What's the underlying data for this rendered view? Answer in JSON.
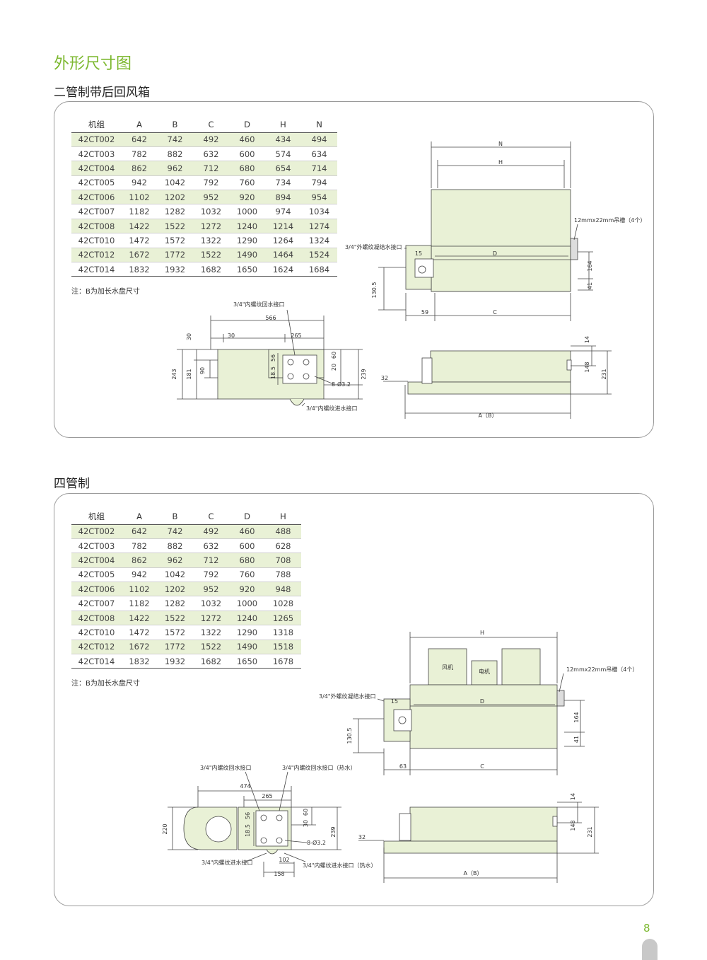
{
  "title": "外形尺寸图",
  "section1": {
    "title": "二管制带后回风箱",
    "columns": [
      "机组",
      "A",
      "B",
      "C",
      "D",
      "H",
      "N"
    ],
    "rows": [
      [
        "42CT002",
        "642",
        "742",
        "492",
        "460",
        "434",
        "494"
      ],
      [
        "42CT003",
        "782",
        "882",
        "632",
        "600",
        "574",
        "634"
      ],
      [
        "42CT004",
        "862",
        "962",
        "712",
        "680",
        "654",
        "714"
      ],
      [
        "42CT005",
        "942",
        "1042",
        "792",
        "760",
        "734",
        "794"
      ],
      [
        "42CT006",
        "1102",
        "1202",
        "952",
        "920",
        "894",
        "954"
      ],
      [
        "42CT007",
        "1182",
        "1282",
        "1032",
        "1000",
        "974",
        "1034"
      ],
      [
        "42CT008",
        "1422",
        "1522",
        "1272",
        "1240",
        "1214",
        "1274"
      ],
      [
        "42CT010",
        "1472",
        "1572",
        "1322",
        "1290",
        "1264",
        "1324"
      ],
      [
        "42CT012",
        "1672",
        "1772",
        "1522",
        "1490",
        "1464",
        "1524"
      ],
      [
        "42CT014",
        "1832",
        "1932",
        "1682",
        "1650",
        "1624",
        "1684"
      ]
    ],
    "note": "注：B为加长水盘尺寸",
    "top": {
      "n": "N",
      "h": "H",
      "d": "D",
      "c": "C",
      "d15": "15",
      "d59": "59",
      "d130": "130.5",
      "d164": "164",
      "d41": "41",
      "hanger": "12mmx22mm吊槽（4个）",
      "drain": "3/4\"外螺纹凝结水接口"
    },
    "side": {
      "d566": "566",
      "d30a": "30",
      "d30b": "30",
      "d265": "265",
      "d243": "243",
      "d181": "181",
      "d90": "90",
      "d56": "56",
      "d185": "18.5",
      "d20": "20",
      "d60": "60",
      "d239": "239",
      "holes": "8-Ø3.2",
      "ret": "3/4\"内螺纹回水接口",
      "inl": "3/4\"内螺纹进水接口"
    },
    "front": {
      "d14": "14",
      "d148": "148",
      "d231": "231",
      "d32": "32",
      "ab": "A（B）"
    }
  },
  "section2": {
    "title": "四管制",
    "columns": [
      "机组",
      "A",
      "B",
      "C",
      "D",
      "H"
    ],
    "rows": [
      [
        "42CT002",
        "642",
        "742",
        "492",
        "460",
        "488"
      ],
      [
        "42CT003",
        "782",
        "882",
        "632",
        "600",
        "628"
      ],
      [
        "42CT004",
        "862",
        "962",
        "712",
        "680",
        "708"
      ],
      [
        "42CT005",
        "942",
        "1042",
        "792",
        "760",
        "788"
      ],
      [
        "42CT006",
        "1102",
        "1202",
        "952",
        "920",
        "948"
      ],
      [
        "42CT007",
        "1182",
        "1282",
        "1032",
        "1000",
        "1028"
      ],
      [
        "42CT008",
        "1422",
        "1522",
        "1272",
        "1240",
        "1265"
      ],
      [
        "42CT010",
        "1472",
        "1572",
        "1322",
        "1290",
        "1318"
      ],
      [
        "42CT012",
        "1672",
        "1772",
        "1522",
        "1490",
        "1518"
      ],
      [
        "42CT014",
        "1832",
        "1932",
        "1682",
        "1650",
        "1678"
      ]
    ],
    "note": "注：B为加长水盘尺寸",
    "top": {
      "h": "H",
      "fan": "风机",
      "motor": "电机",
      "d": "D",
      "c": "C",
      "d15": "15",
      "d63": "63",
      "d130": "130.5",
      "d164": "164",
      "d41": "41",
      "hanger": "12mmx22mm吊槽（4个）",
      "drain": "3/4\"外螺纹凝结水接口"
    },
    "side": {
      "d474": "474",
      "d265": "265",
      "d220": "220",
      "d56": "56",
      "d185": "18.5",
      "d30": "30",
      "d60": "60",
      "d239": "239",
      "d102": "102",
      "d158": "158",
      "holes": "8-Ø3.2",
      "ret": "3/4\"内螺纹回水接口",
      "ret_hot": "3/4\"内螺纹回水接口（热水）",
      "inl": "3/4\"内螺纹进水接口",
      "inl_hot": "3/4\"内螺纹进水接口（热水）"
    },
    "front": {
      "d14": "14",
      "d148": "148",
      "d231": "231",
      "d32": "32",
      "ab": "A（B）"
    }
  },
  "page_number": "8",
  "colors": {
    "accent": "#7cb82f",
    "unit_fill": "#e9f1d6",
    "row_alt": "#e9f1d6"
  }
}
